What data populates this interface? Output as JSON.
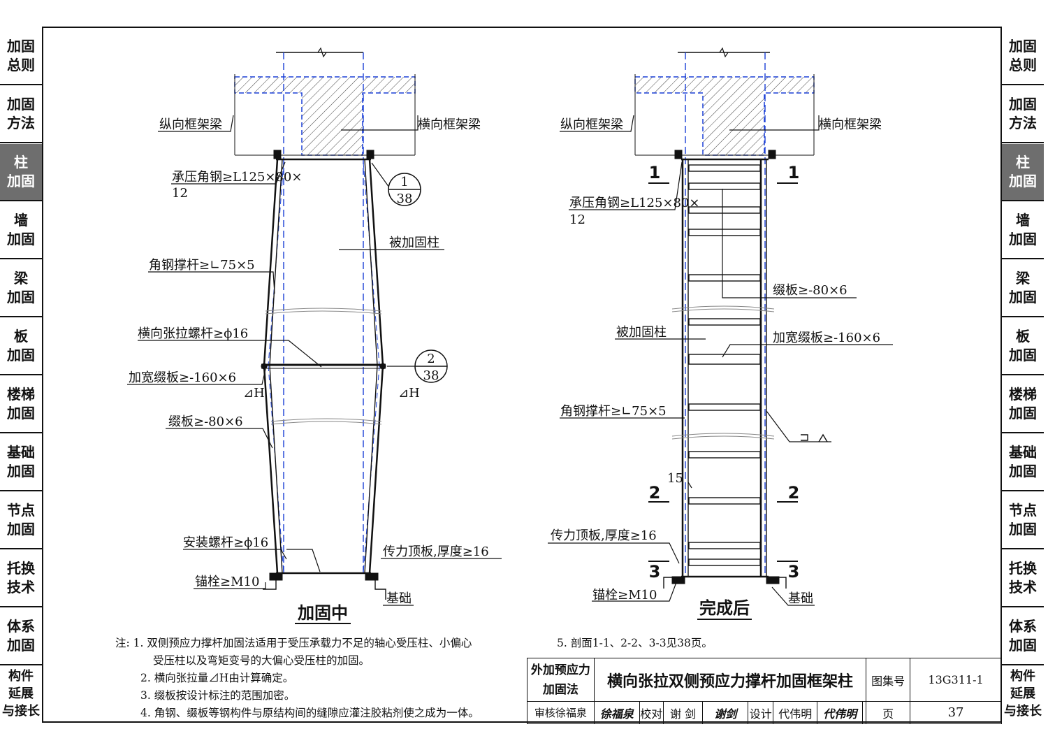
{
  "side_tabs": [
    {
      "label": "加固\n总则",
      "active": false
    },
    {
      "label": "加固\n方法",
      "active": false
    },
    {
      "label": "柱\n加固",
      "active": true
    },
    {
      "label": "墙\n加固",
      "active": false
    },
    {
      "label": "梁\n加固",
      "active": false
    },
    {
      "label": "板\n加固",
      "active": false
    },
    {
      "label": "楼梯\n加固",
      "active": false
    },
    {
      "label": "基础\n加固",
      "active": false
    },
    {
      "label": "节点\n加固",
      "active": false
    },
    {
      "label": "托换\n技术",
      "active": false
    },
    {
      "label": "体系\n加固",
      "active": false
    },
    {
      "label": "构件\n延展\n与接长",
      "active": false
    }
  ],
  "left_drawing": {
    "title": "加固中",
    "beam_long": "纵向框架梁",
    "beam_trans": "横向框架梁",
    "bearing_angle_1": "承压角钢≥L125×80×",
    "bearing_angle_2": "12",
    "strut": "角钢撑杆≥∟75×5",
    "column": "被加固柱",
    "tension_bolt": "横向张拉螺杆≥ϕ16",
    "wide_batten": "加宽缀板≥-160×6",
    "batten": "缀板≥-80×6",
    "dh_left": "⊿H",
    "dh_right": "⊿H",
    "install_bolt": "安装螺杆≥ϕ16",
    "top_plate": "传力顶板,厚度≥16",
    "anchor": "锚栓≥M10",
    "foundation": "基础",
    "callout1_top": "1",
    "callout1_bottom": "38",
    "callout2_top": "2",
    "callout2_bottom": "38"
  },
  "right_drawing": {
    "title": "完成后",
    "beam_long": "纵向框架梁",
    "beam_trans": "横向框架梁",
    "bearing_angle_1": "承压角钢≥L125×80×",
    "bearing_angle_2": "12",
    "batten": "缀板≥-80×6",
    "column": "被加固柱",
    "wide_batten": "加宽缀板≥-160×6",
    "strut": "角钢撑杆≥∟75×5",
    "dim": "15",
    "top_plate": "传力顶板,厚度≥16",
    "anchor": "锚栓≥M10",
    "foundation": "基础",
    "sec1": "1",
    "sec2": "2",
    "sec3": "3"
  },
  "notes": {
    "prefix": "注:",
    "n1a": "1. 双侧预应力撑杆加固法适用于受压承载力不足的轴心受压柱、小偏心",
    "n1b": "受压柱以及弯矩变号的大偏心受压柱的加固。",
    "n2": "2. 横向张拉量⊿H由计算确定。",
    "n3": "3. 缀板按设计标注的范围加密。",
    "n4": "4. 角钢、缀板等钢构件与原结构间的缝隙应灌注胶粘剂使之成为一体。",
    "n5": "5. 剖面1-1、2-2、3-3见38页。"
  },
  "title_block": {
    "category_1": "外加预应力",
    "category_2": "加固法",
    "title": "横向张拉双侧预应力撑杆加固框架柱",
    "atlas_label": "图集号",
    "atlas_no": "13G311-1",
    "review_label": "审核",
    "reviewer": "徐福泉",
    "reviewer_sign": "徐福泉",
    "check_label": "校对",
    "checker": "谢 剑",
    "checker_sign": "谢剑",
    "design_label": "设计",
    "designer": "代伟明",
    "designer_sign": "代伟明",
    "page_label": "页",
    "page_no": "37"
  }
}
